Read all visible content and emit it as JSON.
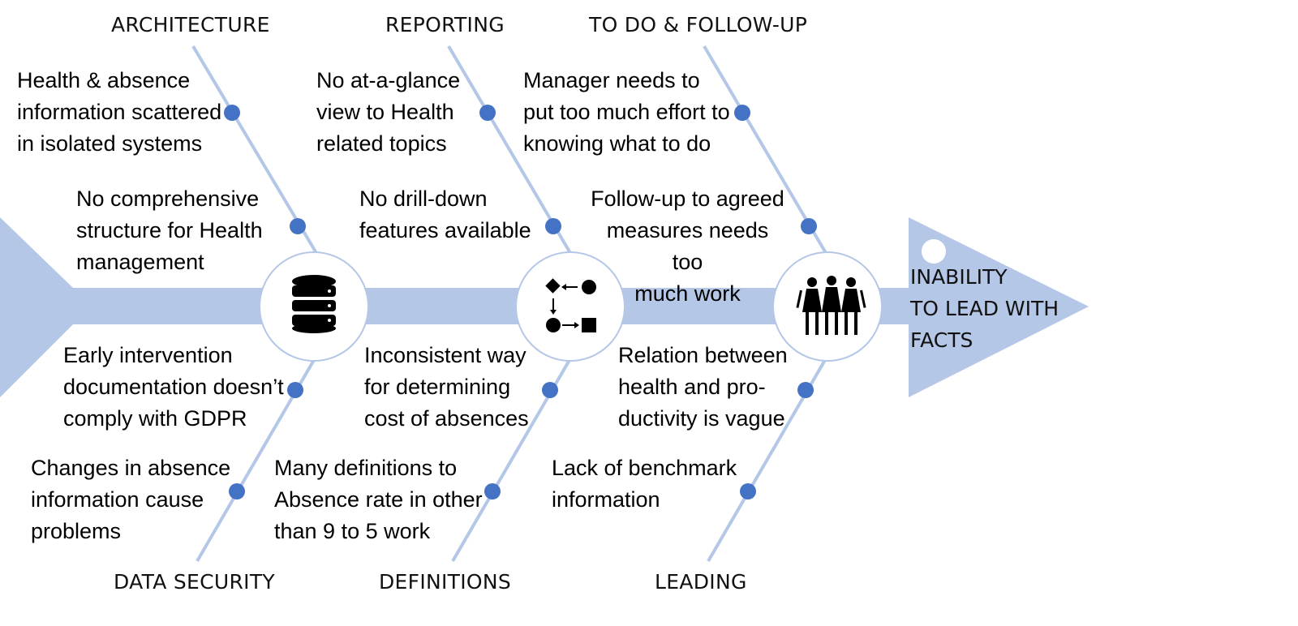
{
  "categories": {
    "architecture": "ARCHITECTURE",
    "reporting": "REPORTING",
    "todo": "TO DO & FOLLOW-UP",
    "data_security": "DATA SECURITY",
    "definitions": "DEFINITIONS",
    "leading": "LEADING"
  },
  "causes": {
    "architecture_1": "Health & absence\ninformation scattered\nin isolated systems",
    "architecture_2": "No comprehensive\nstructure for Health\nmanagement",
    "reporting_1": "No at-a-glance\nview to Health\nrelated topics",
    "reporting_2": "No drill-down\nfeatures available",
    "todo_1": "Manager needs to\nput too much effort to\nknowing what to do",
    "todo_2": "Follow-up to agreed\nmeasures needs too\nmuch work",
    "data_security_1": "Early intervention\ndocumentation doesn’t\ncomply with GDPR",
    "data_security_2": "Changes in absence\ninformation cause\nproblems",
    "definitions_1": "Inconsistent way\nfor determining\ncost of absences",
    "definitions_2": "Many definitions to\nAbsence rate in other\nthan 9 to 5 work",
    "leading_1": "Relation between\nhealth and pro-\nductivity is vague",
    "leading_2": "Lack of benchmark\ninformation"
  },
  "effect": "INABILITY\nTO LEAD WITH\nFACTS",
  "icons": [
    "database-icon",
    "process-flow-icon",
    "people-icon"
  ],
  "colors": {
    "spine": "#b4c7e7",
    "dot": "#4472c4",
    "icon": "#000000"
  }
}
